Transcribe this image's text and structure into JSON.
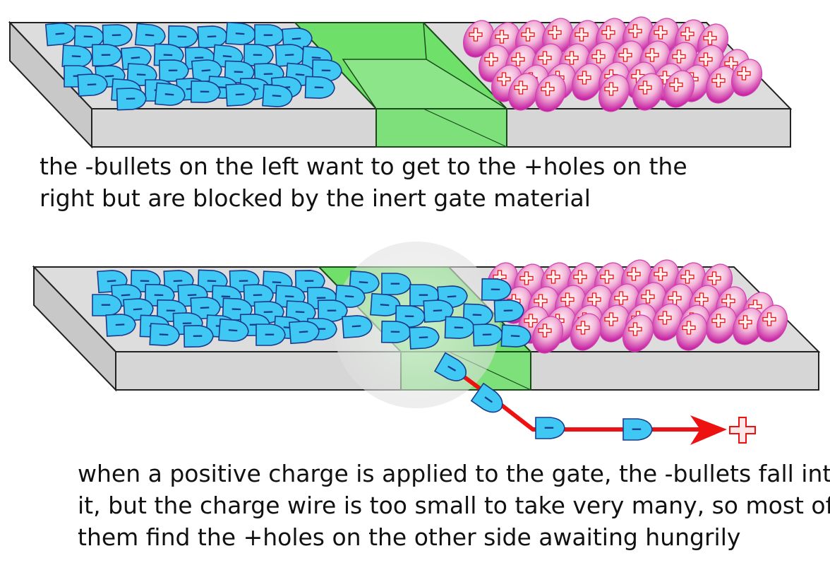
{
  "caption_top": {
    "line1": "the -bullets on the left want to get to the +holes on the",
    "line2": "right but are blocked by the inert gate material"
  },
  "caption_bottom": {
    "line1": "when a positive charge is applied to the gate, the -bullets fall into",
    "line2": "it, but the charge wire is too small to take very many, so most of",
    "line3": "them find the +holes on the other side awaiting hungrily"
  },
  "colors": {
    "slab_top": "#dcdcdc",
    "slab_front": "#d8d8d8",
    "gate": "#7fe07f",
    "gate_dark": "#55cc55",
    "bullet_fill": "#40c8f4",
    "bullet_stroke": "#1a3a8a",
    "hole_fill": "#d040b0",
    "hole_highlight": "#fbe4ef",
    "wire": "#ee1111"
  },
  "symbols": {
    "bullet_sign": "−",
    "hole_sign": "+"
  },
  "icons": {
    "bullet": "negative-charge-bullet-icon",
    "hole": "positive-hole-icon",
    "terminal": "positive-terminal-icon"
  }
}
